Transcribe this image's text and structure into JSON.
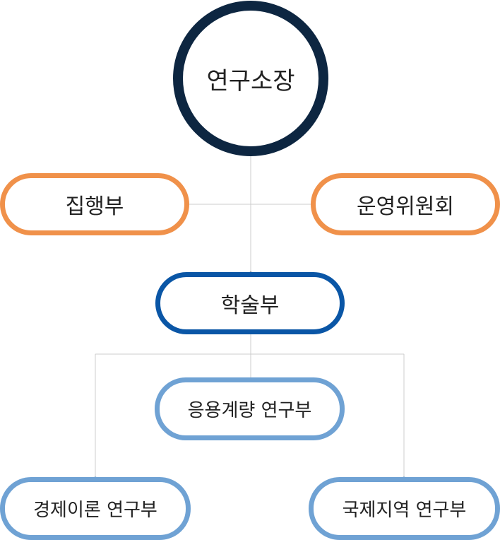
{
  "nodes": {
    "director": "연구소장",
    "executive": "집행부",
    "steering": "운영위원회",
    "academic": "학술부",
    "applied": "응용계량 연구부",
    "economic_theory": "경제이론 연구부",
    "international": "국제지역 연구부"
  },
  "colors": {
    "director_border": "#0d2641",
    "side_border": "#f0914a",
    "academic_border": "#0a56a6",
    "research_border": "#6fa2d4",
    "line": "#cccccc"
  }
}
